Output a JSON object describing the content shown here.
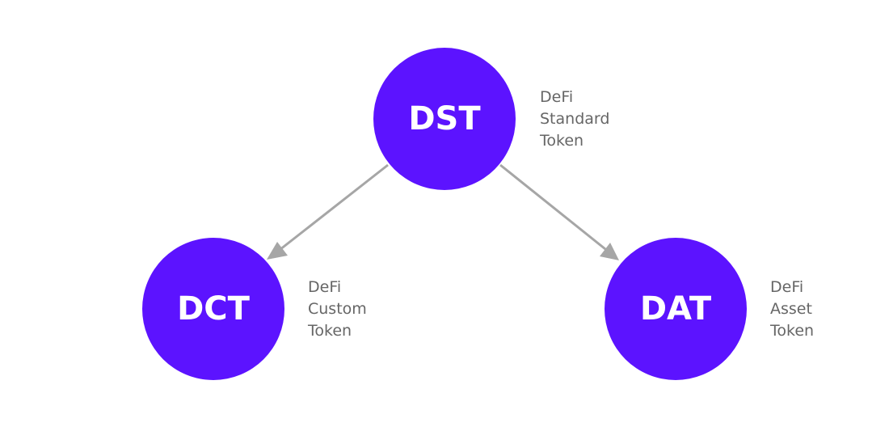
{
  "colors": {
    "node_fill": "#5c13ff",
    "node_text": "#ffffff",
    "arrow": "#a6a6a6",
    "desc_text": "#666666"
  },
  "nodes": {
    "dst": {
      "label": "DST",
      "desc": [
        "DeFi",
        "Standard",
        "Token"
      ]
    },
    "dct": {
      "label": "DCT",
      "desc": [
        "DeFi",
        "Custom",
        "Token"
      ]
    },
    "dat": {
      "label": "DAT",
      "desc": [
        "DeFi",
        "Asset",
        "Token"
      ]
    }
  },
  "edges": [
    {
      "from": "DST",
      "to": "DCT"
    },
    {
      "from": "DST",
      "to": "DAT"
    }
  ]
}
